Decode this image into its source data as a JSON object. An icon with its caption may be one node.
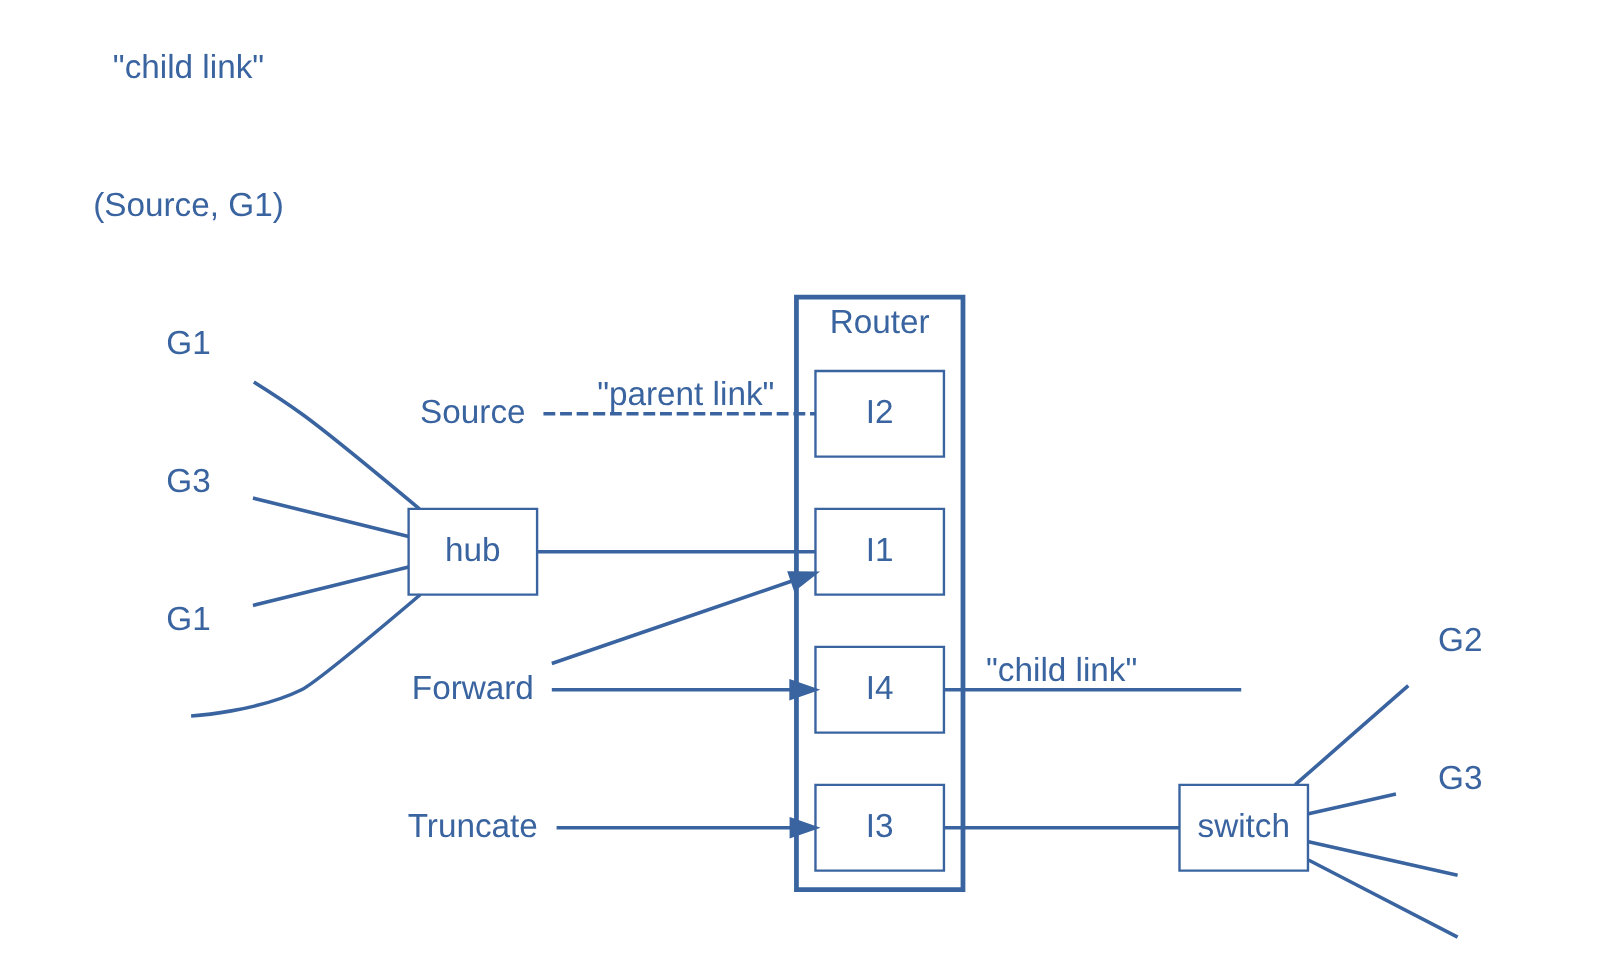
{
  "diagram": {
    "nodes": [
      {
        "text": [
          "Source"
        ]
      },
      {
        "text": [
          "Router"
        ]
      },
      {
        "text": [
          "I1"
        ],
        "in": 1
      },
      {
        "text": [
          "I2"
        ],
        "in": 1
      },
      {
        "text": [
          "I3"
        ],
        "in": 1
      },
      {
        "text": [
          "I4"
        ],
        "in": 1
      },
      {
        "text": [
          "hub"
        ]
      },
      {
        "text": [
          "switch"
        ]
      },
      {
        "text": [
          "G1"
        ]
      },
      {
        "text": [
          "G3"
        ]
      },
      {
        "text": [
          "G1"
        ]
      },
      {
        "text": [
          "G2"
        ]
      },
      {
        "text": [
          "G3"
        ]
      },
      {
        "text": [
          "Forward"
        ]
      },
      {
        "text": [
          "Truncate"
        ]
      }
    ],
    "edges": [
      {
        "from": 0,
        "to": 3,
        "arrow": "none",
        "label": "\"parent link\"",
        "style": "dashed"
      },
      {
        "from": 6,
        "to": 2,
        "arrow": "none"
      },
      {
        "from": 4,
        "to": 7,
        "arrow": "none"
      },
      {
        "from": 8,
        "to": 6,
        "arrow": "none"
      },
      {
        "from": 9,
        "to": 6,
        "arrow": "none"
      },
      {
        "from": null,
        "to": 6,
        "arrow": "none"
      },
      {
        "from": 10,
        "to": 6,
        "arrow": "none"
      },
      {
        "from": 7,
        "to": null,
        "arrow": "none"
      },
      {
        "from": 7,
        "to": 11,
        "arrow": "none"
      },
      {
        "from": 7,
        "to": null,
        "arrow": "none"
      },
      {
        "from": 7,
        "to": 12,
        "arrow": "none"
      },
      {
        "from": 5,
        "to": null,
        "arrow": "none",
        "label": "\"child link\""
      },
      {
        "from": 13,
        "to": 2,
        "arrow": "to"
      },
      {
        "from": 13,
        "to": 5,
        "arrow": "to"
      },
      {
        "from": 14,
        "to": 4,
        "arrow": "to"
      }
    ],
    "labels": [
      "(Source, G1)",
      "\"child link\""
    ]
  }
}
